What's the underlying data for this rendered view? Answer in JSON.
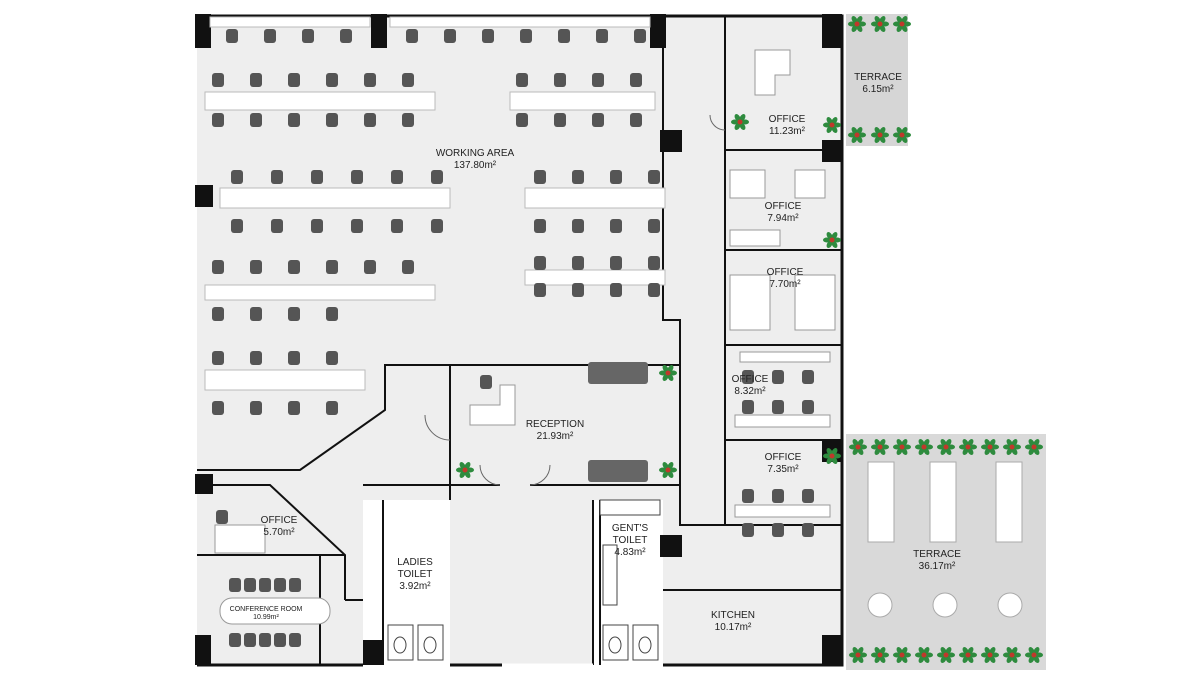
{
  "rooms": {
    "working_area": {
      "name": "WORKING AREA",
      "area": "137.80m²"
    },
    "reception": {
      "name": "RECEPTION",
      "area": "21.93m²"
    },
    "office_top": {
      "name": "OFFICE",
      "area": "11.23m²"
    },
    "terrace_top": {
      "name": "TERRACE",
      "area": "6.15m²"
    },
    "office_2": {
      "name": "OFFICE",
      "area": "7.94m²"
    },
    "office_3": {
      "name": "OFFICE",
      "area": "7.70m²"
    },
    "office_4": {
      "name": "OFFICE",
      "area": "8.32m²"
    },
    "office_5": {
      "name": "OFFICE",
      "area": "7.35m²"
    },
    "terrace_big": {
      "name": "TERRACE",
      "area": "36.17m²"
    },
    "office_left": {
      "name": "OFFICE",
      "area": "5.70m²"
    },
    "conference": {
      "name": "CONFERENCE ROOM",
      "area": "10.99m²"
    },
    "ladies": {
      "name": "LADIES",
      "name2": "TOILET",
      "area": "3.92m²"
    },
    "gents": {
      "name": "GENT'S",
      "name2": "TOILET",
      "area": "4.83m²"
    },
    "kitchen": {
      "name": "KITCHEN",
      "area": "10.17m²"
    }
  },
  "colors": {
    "floor": "#efefef",
    "wall": "#111111",
    "chair": "#555555",
    "desk": "#ffffff",
    "plant": "#2e8b3e",
    "plant_flower": "#c0392b",
    "terrace": "#d9d9d9"
  },
  "icons": {
    "chair": "office-chair-icon",
    "plant": "potted-plant-icon",
    "sofa": "sofa-icon",
    "toilet": "toilet-icon"
  }
}
